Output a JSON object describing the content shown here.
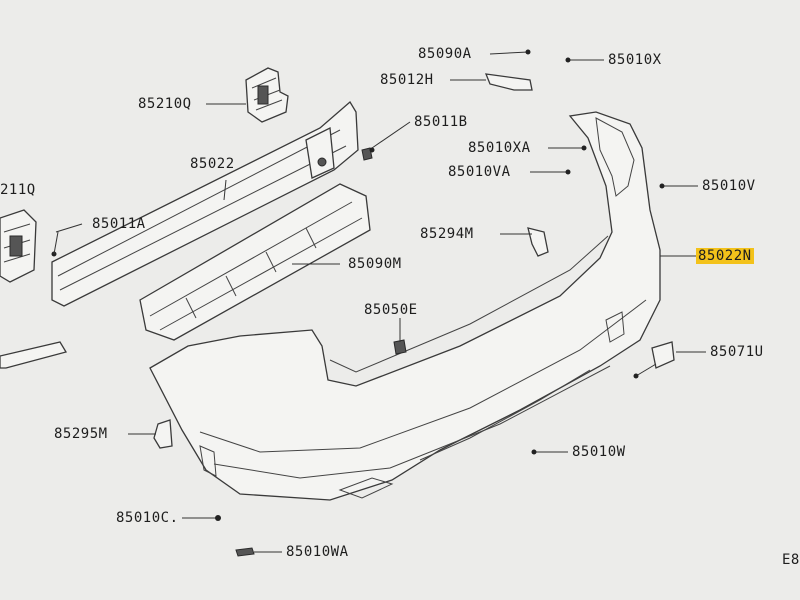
{
  "labels": {
    "p85090A": "85090A",
    "p85010X": "85010X",
    "p85012H": "85012H",
    "p85210Q": "85210Q",
    "p85011B": "85011B",
    "p85010XA": "85010XA",
    "p85022": "85022",
    "p85010VA": "85010VA",
    "p85010V": "85010V",
    "p211Q": "211Q",
    "p85011A": "85011A",
    "p85294M": "85294M",
    "p85022N": "85022N",
    "p85090M": "85090M",
    "p85050E": "85050E",
    "p85071U": "85071U",
    "p85295M": "85295M",
    "p85010W": "85010W",
    "p85010C": "85010C.",
    "p85010WA": "85010WA",
    "pE8": "E8"
  },
  "colors": {
    "highlight": "#f3c21a",
    "paper": "#ececea",
    "ink": "#1e1e1e"
  }
}
